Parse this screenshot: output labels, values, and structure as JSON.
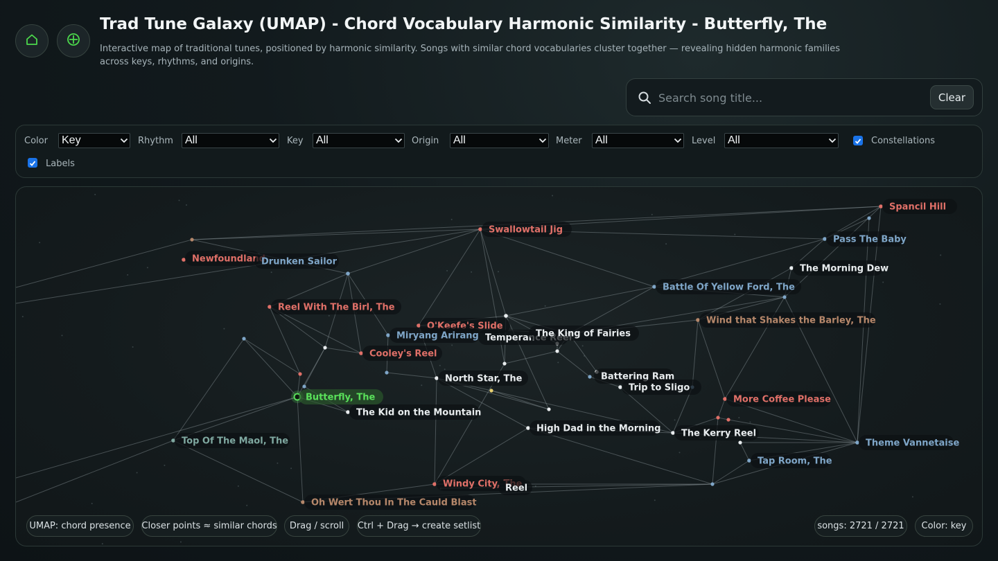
{
  "header": {
    "title": "Trad Tune Galaxy (UMAP) - Chord Vocabulary Harmonic Similarity - Butterfly, The",
    "subtitle": "Interactive map of traditional tunes, positioned by harmonic similarity. Songs with similar chord vocabularies cluster together — revealing hidden harmonic families across keys, rhythms, and origins.",
    "home_icon": "home-icon",
    "target_icon": "crosshair-icon"
  },
  "search": {
    "placeholder": "Search song title...",
    "value": "",
    "clear_label": "Clear"
  },
  "filters": {
    "color": {
      "label": "Color",
      "value": "Key"
    },
    "rhythm": {
      "label": "Rhythm",
      "value": "All"
    },
    "key": {
      "label": "Key",
      "value": "All"
    },
    "origin": {
      "label": "Origin",
      "value": "All"
    },
    "meter": {
      "label": "Meter",
      "value": "All"
    },
    "level": {
      "label": "Level",
      "value": "All"
    },
    "constellations": {
      "label": "Constellations",
      "checked": true
    },
    "labels": {
      "label": "Labels",
      "checked": true
    }
  },
  "colors": {
    "red": "#e07068",
    "blue": "#7fa6c8",
    "white": "#e8ecee",
    "teal": "#7fa8a0",
    "brown": "#b5876a",
    "yellow": "#e8d070",
    "selected": "#59e05a",
    "accent": "#1a73e8"
  },
  "tunes": [
    {
      "name": "Spancil Hill",
      "color": "red"
    },
    {
      "name": "Swallowtail Jig",
      "color": "red"
    },
    {
      "name": "Pass The Baby",
      "color": "blue"
    },
    {
      "name": "Newfoundland",
      "color": "red"
    },
    {
      "name": "Drunken Sailor",
      "color": "blue"
    },
    {
      "name": "The Morning Dew",
      "color": "white"
    },
    {
      "name": "Battle Of Yellow Ford, The",
      "color": "blue"
    },
    {
      "name": "Reel With The Birl, The",
      "color": "red"
    },
    {
      "name": "Wind that Shakes the Barley, The",
      "color": "brown"
    },
    {
      "name": "O'Keefe's Slide",
      "color": "red"
    },
    {
      "name": "Miryang Arirang",
      "color": "blue"
    },
    {
      "name": "Temperance Reel",
      "color": "white"
    },
    {
      "name": "The King of Fairies",
      "color": "white"
    },
    {
      "name": "Cooley's Reel",
      "color": "red"
    },
    {
      "name": "North Star, The",
      "color": "white"
    },
    {
      "name": "Battering Ram",
      "color": "white"
    },
    {
      "name": "Trip to Sligo",
      "color": "white"
    },
    {
      "name": "Butterfly, The",
      "color": "selected"
    },
    {
      "name": "More Coffee Please",
      "color": "red"
    },
    {
      "name": "The Kid on the Mountain",
      "color": "white"
    },
    {
      "name": "High Dad in the Morning",
      "color": "white"
    },
    {
      "name": "The Kerry Reel",
      "color": "white"
    },
    {
      "name": "Top Of The Maol, The",
      "color": "teal"
    },
    {
      "name": "Theme Vannetaise",
      "color": "blue"
    },
    {
      "name": "Tap Room, The",
      "color": "blue"
    },
    {
      "name": "Windy City, The",
      "color": "red"
    },
    {
      "name": "Reel",
      "color": "white"
    },
    {
      "name": "Oh Wert Thou In The Cauld Blast",
      "color": "brown"
    }
  ],
  "footer": {
    "pill_1": "UMAP: chord presence",
    "pill_2": "Closer points ≈ similar chords",
    "pill_3": "Drag / scroll",
    "pill_4": "Ctrl + Drag → create setlist",
    "songs_count": "songs: 2721 / 2721",
    "color_mode": "Color: key"
  }
}
